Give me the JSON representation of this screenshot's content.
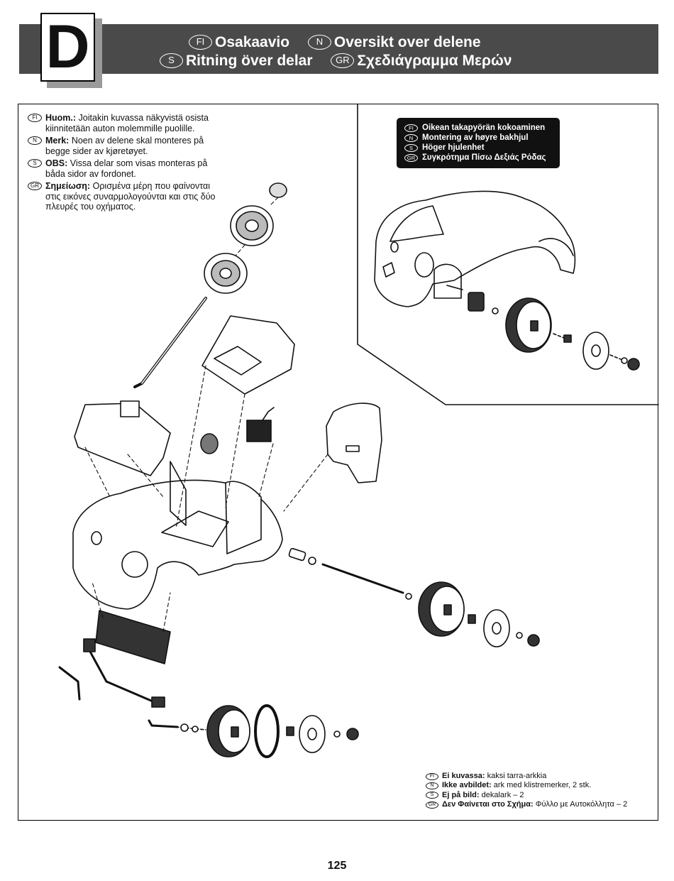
{
  "header": {
    "section_letter": "D",
    "titles": [
      {
        "lang": "FI",
        "text": "Osakaavio"
      },
      {
        "lang": "N",
        "text": "Oversikt over delene"
      },
      {
        "lang": "S",
        "text": "Ritning över delar"
      },
      {
        "lang": "GR",
        "text": "Σχεδιάγραμμα Μερών"
      }
    ]
  },
  "notes": [
    {
      "lang": "FI",
      "label": "Huom.:",
      "text": "Joitakin kuvassa näkyvistä osista kiinnitetään auton molemmille puolille."
    },
    {
      "lang": "N",
      "label": "Merk:",
      "text": "Noen av delene skal monteres på begge sider av kjøretøyet."
    },
    {
      "lang": "S",
      "label": "OBS:",
      "text": "Vissa delar som visas monteras på båda sidor av fordonet."
    },
    {
      "lang": "GR",
      "label": "Σημείωση:",
      "text": "Ορισμένα μέρη που φαίνονται στις εικόνες συναρμολογούνται και στις δύο πλευρές του οχήματος."
    }
  ],
  "inset_labels": [
    {
      "lang": "FI",
      "text": "Oikean takapyörän kokoaminen"
    },
    {
      "lang": "N",
      "text": "Montering av høyre bakhjul"
    },
    {
      "lang": "S",
      "text": "Höger hjulenhet"
    },
    {
      "lang": "GR",
      "text": "Συγκρότημα Πίσω Δεξιάς Ρόδας"
    }
  ],
  "not_shown": [
    {
      "lang": "FI",
      "label": "Ei kuvassa:",
      "text": "kaksi tarra-arkkia"
    },
    {
      "lang": "N",
      "label": "Ikke avbildet:",
      "text": "ark med klistremerker, 2 stk."
    },
    {
      "lang": "S",
      "label": "Ej på bild:",
      "text": "dekalark – 2"
    },
    {
      "lang": "GR",
      "label": "Δεν Φαίνεται στο Σχήμα:",
      "text": "Φύλλο με Αυτοκόλλητα – 2"
    }
  ],
  "page_number": "125"
}
